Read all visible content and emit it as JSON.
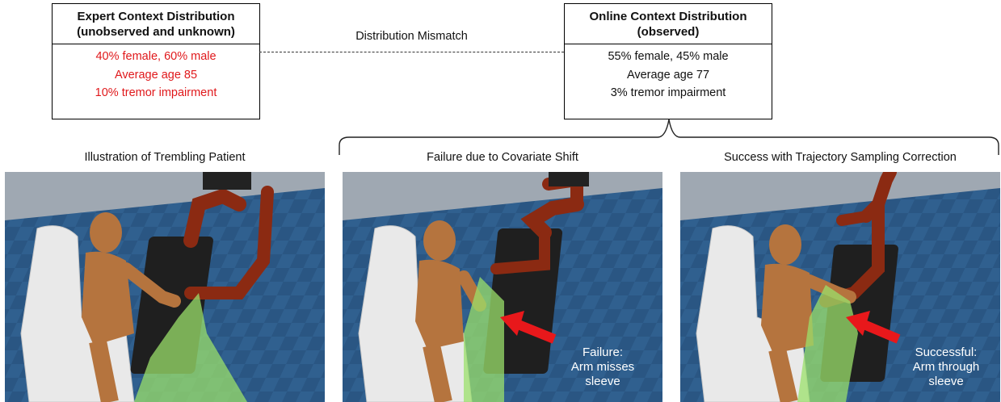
{
  "expert_box": {
    "title_line1": "Expert Context Distribution",
    "title_line2": "(unobserved and unknown)",
    "rows": [
      "40% female, 60% male",
      "Average age 85",
      "10% tremor impairment"
    ],
    "row_color": "#e0181b"
  },
  "online_box": {
    "title_line1": "Online Context Distribution",
    "title_line2": "(observed)",
    "rows": [
      "55% female, 45% male",
      "Average age 77",
      "3% tremor impairment"
    ],
    "row_color": "#111111"
  },
  "mismatch_label": "Distribution Mismatch",
  "panels": [
    {
      "title": "Illustration of Trembling Patient",
      "overlay": []
    },
    {
      "title": "Failure due to Covariate Shift",
      "overlay": [
        "Failure:",
        "Arm misses",
        "sleeve"
      ]
    },
    {
      "title": "Success with Trajectory Sampling Correction",
      "overlay": [
        "Successful:",
        "Arm through",
        "sleeve"
      ]
    }
  ],
  "colors": {
    "floor": "#2f5f8f",
    "robot_arm": "#8b2a12",
    "mannequin": "#b5743e",
    "garment": "#9be06b",
    "arrow": "#e8181b",
    "wheelchair": "#e8e8e8"
  }
}
